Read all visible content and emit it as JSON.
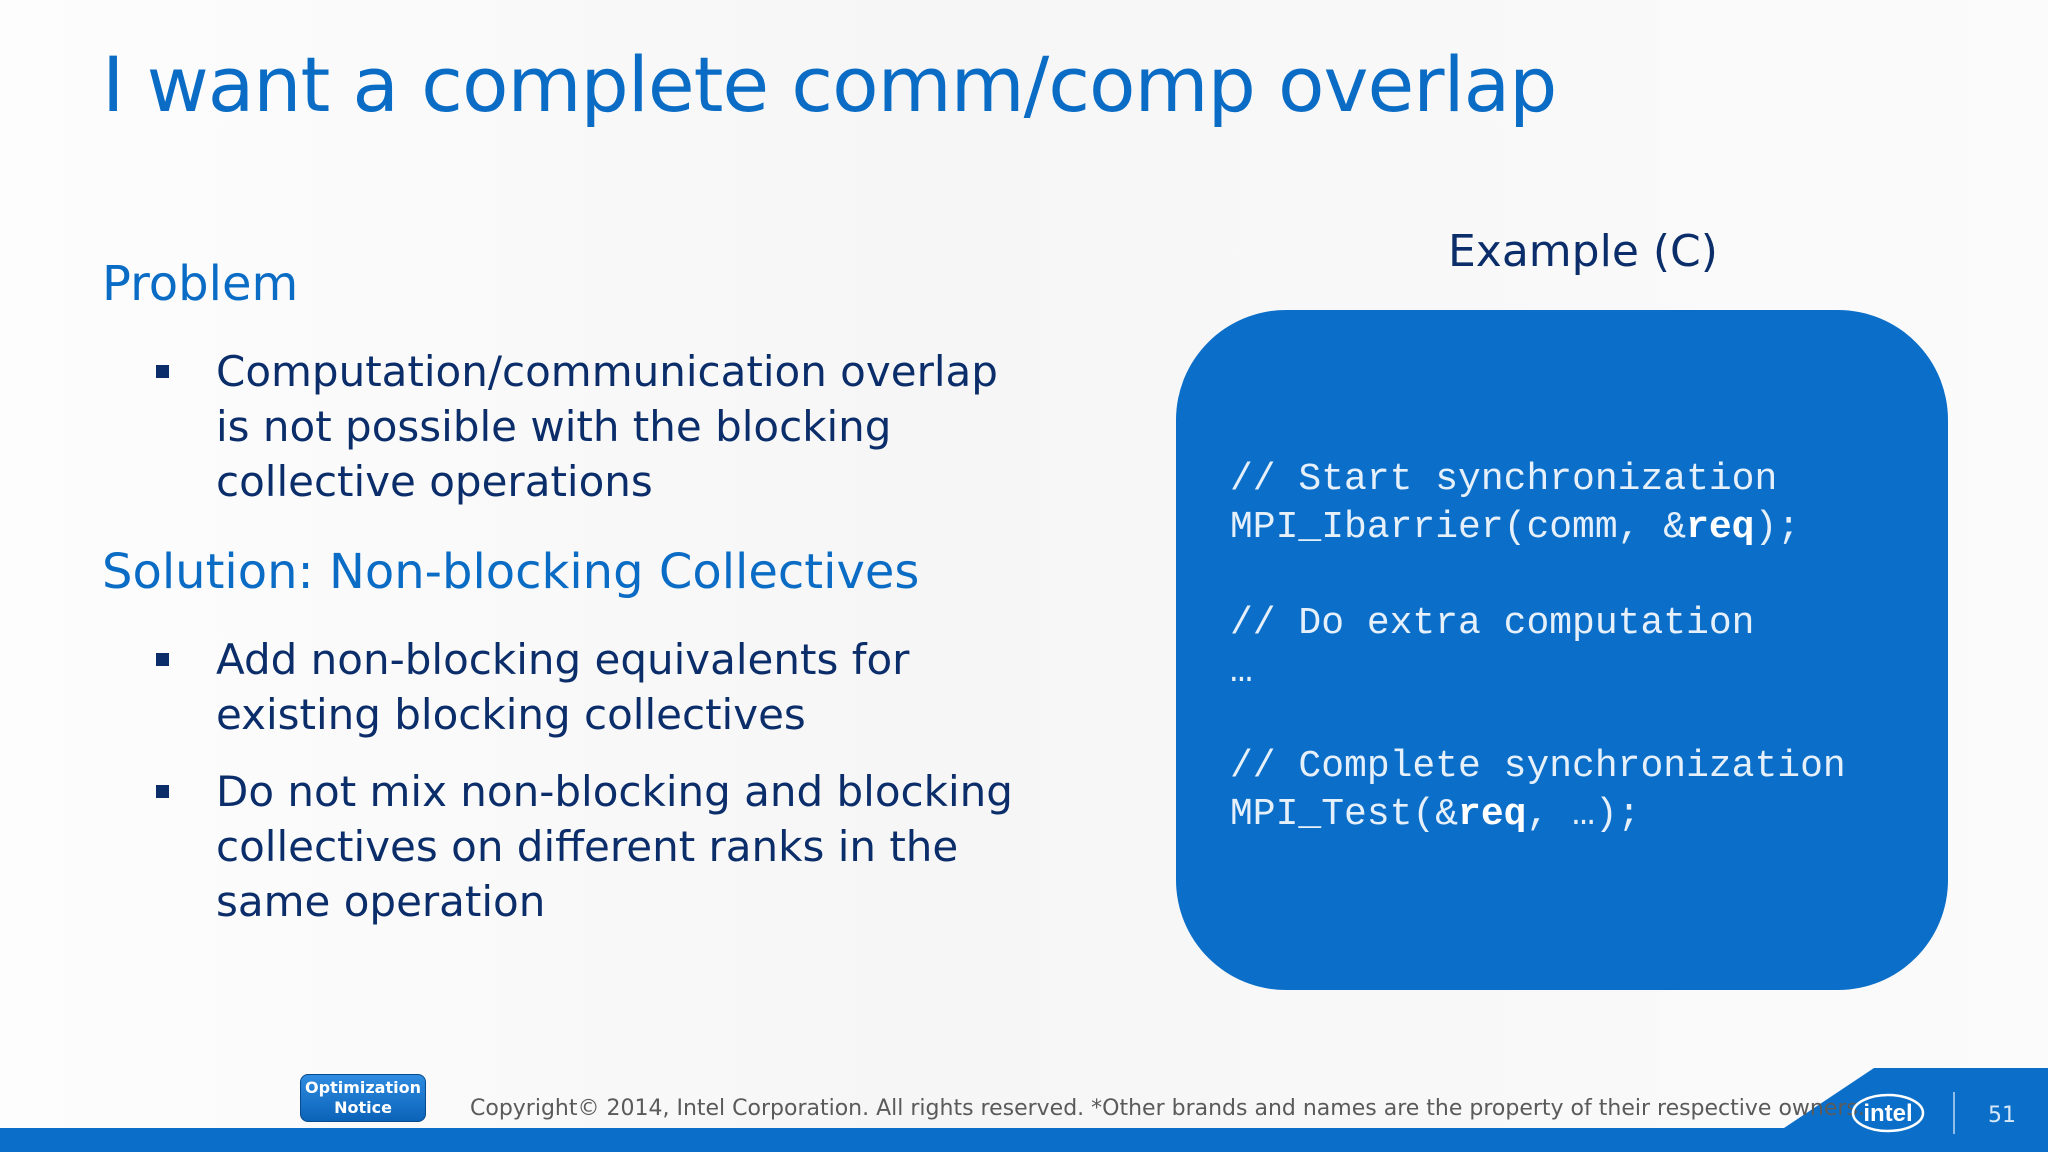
{
  "slide": {
    "title": "I want a complete comm/comp overlap",
    "problem": {
      "heading": "Problem",
      "bullets": [
        "Computation/communication overlap is not possible with the blocking collective operations"
      ]
    },
    "solution": {
      "heading": "Solution: Non-blocking Collectives",
      "bullets": [
        "Add non-blocking equivalents for existing blocking collectives",
        "Do not mix non-blocking and blocking collectives on different ranks in the same operation"
      ]
    },
    "example": {
      "heading": "Example (C)",
      "code": {
        "line1": "// Start synchronization",
        "line2_pre": "MPI_Ibarrier(comm, &",
        "line2_bold": "req",
        "line2_post": ");",
        "line3": "// Do extra computation",
        "line4": "…",
        "line5": "// Complete synchronization",
        "line6_pre": "MPI_Test(&",
        "line6_bold": "req",
        "line6_post": ", …);"
      }
    }
  },
  "footer": {
    "badge_line1": "Optimization",
    "badge_line2": "Notice",
    "copyright": "Copyright© 2014, Intel Corporation. All rights reserved. *Other brands and names are the property of their respective owners.",
    "logo_text": "intel",
    "page_number": "51"
  },
  "colors": {
    "accent_blue": "#0b6fc9",
    "heading_blue": "#0a6cc4",
    "text_navy": "#0b2e6b"
  }
}
